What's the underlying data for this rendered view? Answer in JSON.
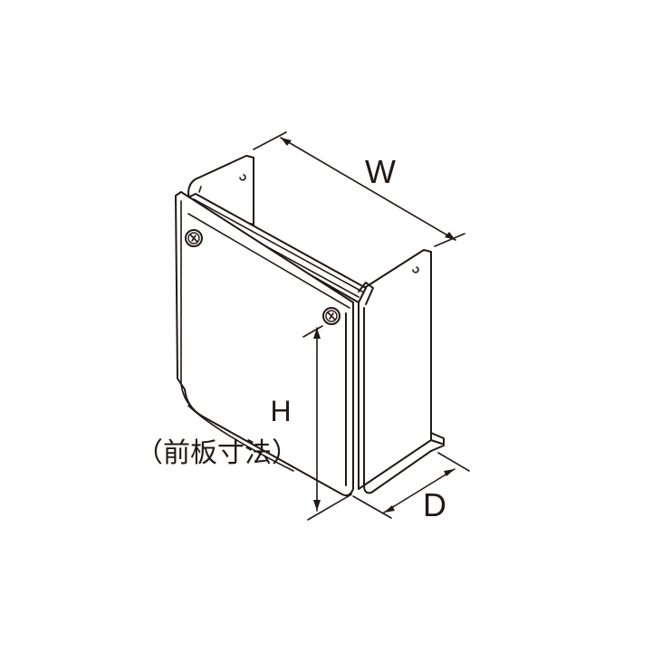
{
  "diagram": {
    "title": "Cover dimension diagram",
    "colors": {
      "line": "#231815",
      "background": "#ffffff"
    },
    "labels": {
      "width": "W",
      "height": "H",
      "height_note": "（前板寸法）",
      "depth": "D"
    },
    "parts": [
      "front-panel",
      "left-side-flange",
      "right-side-panel",
      "top-rail",
      "screw-left",
      "screw-right",
      "bottom-foot-bracket"
    ]
  }
}
